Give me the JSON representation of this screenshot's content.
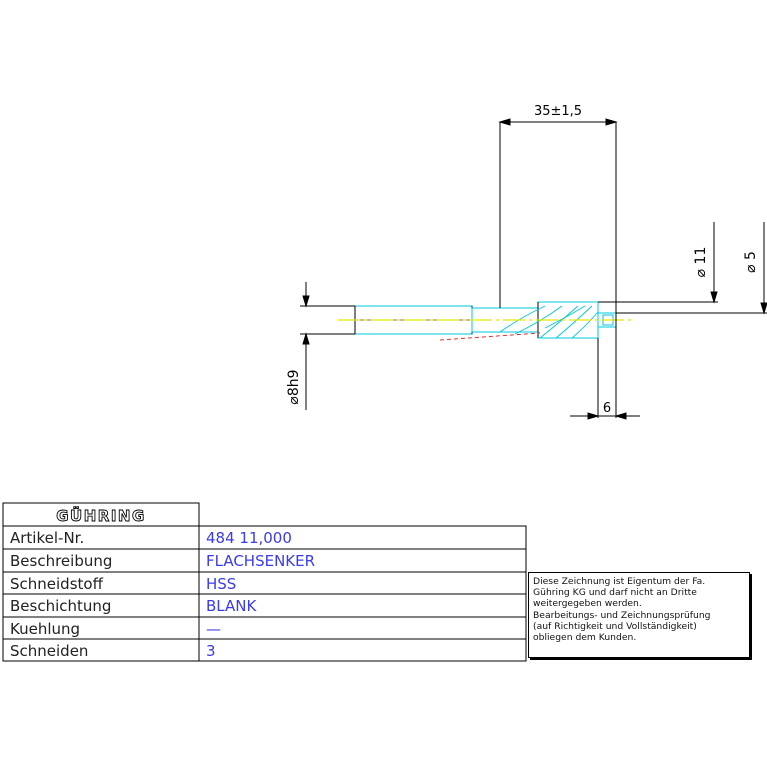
{
  "dimensions": {
    "length": "35±1,5",
    "diameter_large": "⌀ 11",
    "diameter_pilot": "⌀ 5",
    "shank": "⌀8h9",
    "pilot_length": "6"
  },
  "title_block": {
    "logo": "GÜHRING",
    "rows": [
      {
        "label": "Artikel-Nr.",
        "value": "484 11,000"
      },
      {
        "label": "Beschreibung",
        "value": "FLACHSENKER"
      },
      {
        "label": "Schneidstoff",
        "value": "HSS"
      },
      {
        "label": "Beschichtung",
        "value": "BLANK"
      },
      {
        "label": "Kuehlung",
        "value": "—"
      },
      {
        "label": "Schneiden",
        "value": "3"
      }
    ]
  },
  "note": {
    "lines": [
      "Diese Zeichnung ist Eigentum der Fa.",
      "Gühring KG und darf nicht an Dritte",
      "weitergegeben werden.",
      "Bearbeitungs- und Zeichnungsprüfung",
      "(auf Richtigkeit und Vollständigkeit)",
      "obliegen dem Kunden."
    ]
  },
  "colors": {
    "line": "#000000",
    "tool_outline": "#00c8d8",
    "center_line": "#e8e800",
    "hidden_line": "#e03030",
    "value_text": "#3a3af0"
  }
}
